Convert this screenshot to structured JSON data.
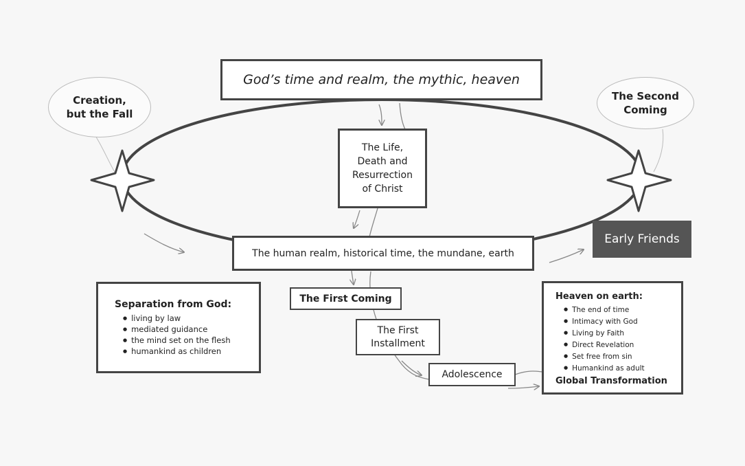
{
  "heaven_box": "God’s time and realm, the mythic, heaven",
  "christ_box": {
    "lines": [
      "The Life,",
      "Death and",
      "Resurrection",
      "of Christ"
    ]
  },
  "human_box": "The human realm, historical time, the mundane, earth",
  "creation_bubble": {
    "lines": [
      "Creation,",
      "but the Fall"
    ]
  },
  "second_coming_bubble": {
    "lines": [
      "The Second",
      "Coming"
    ]
  },
  "early_friends": "Early Friends",
  "separation": {
    "title": "Separation from God:",
    "items": [
      "living by law",
      "mediated guidance",
      "the mind set on the flesh",
      "humankind as children"
    ]
  },
  "first_coming": "The First Coming",
  "first_installment": {
    "lines": [
      "The First",
      "Installment"
    ]
  },
  "adolescence": "Adolescence",
  "heaven_on_earth": {
    "title": "Heaven on earth:",
    "items": [
      "The end of time",
      "Intimacy with God",
      "Living by Faith",
      "Direct Revelation",
      "Set free from sin",
      "Humankind as adult"
    ],
    "footer": "Global Transformation"
  },
  "colors": {
    "line": "#444444",
    "dark_box": "#555555",
    "arrow": "#888888"
  },
  "icons": [
    "star-left-icon",
    "star-right-icon"
  ]
}
